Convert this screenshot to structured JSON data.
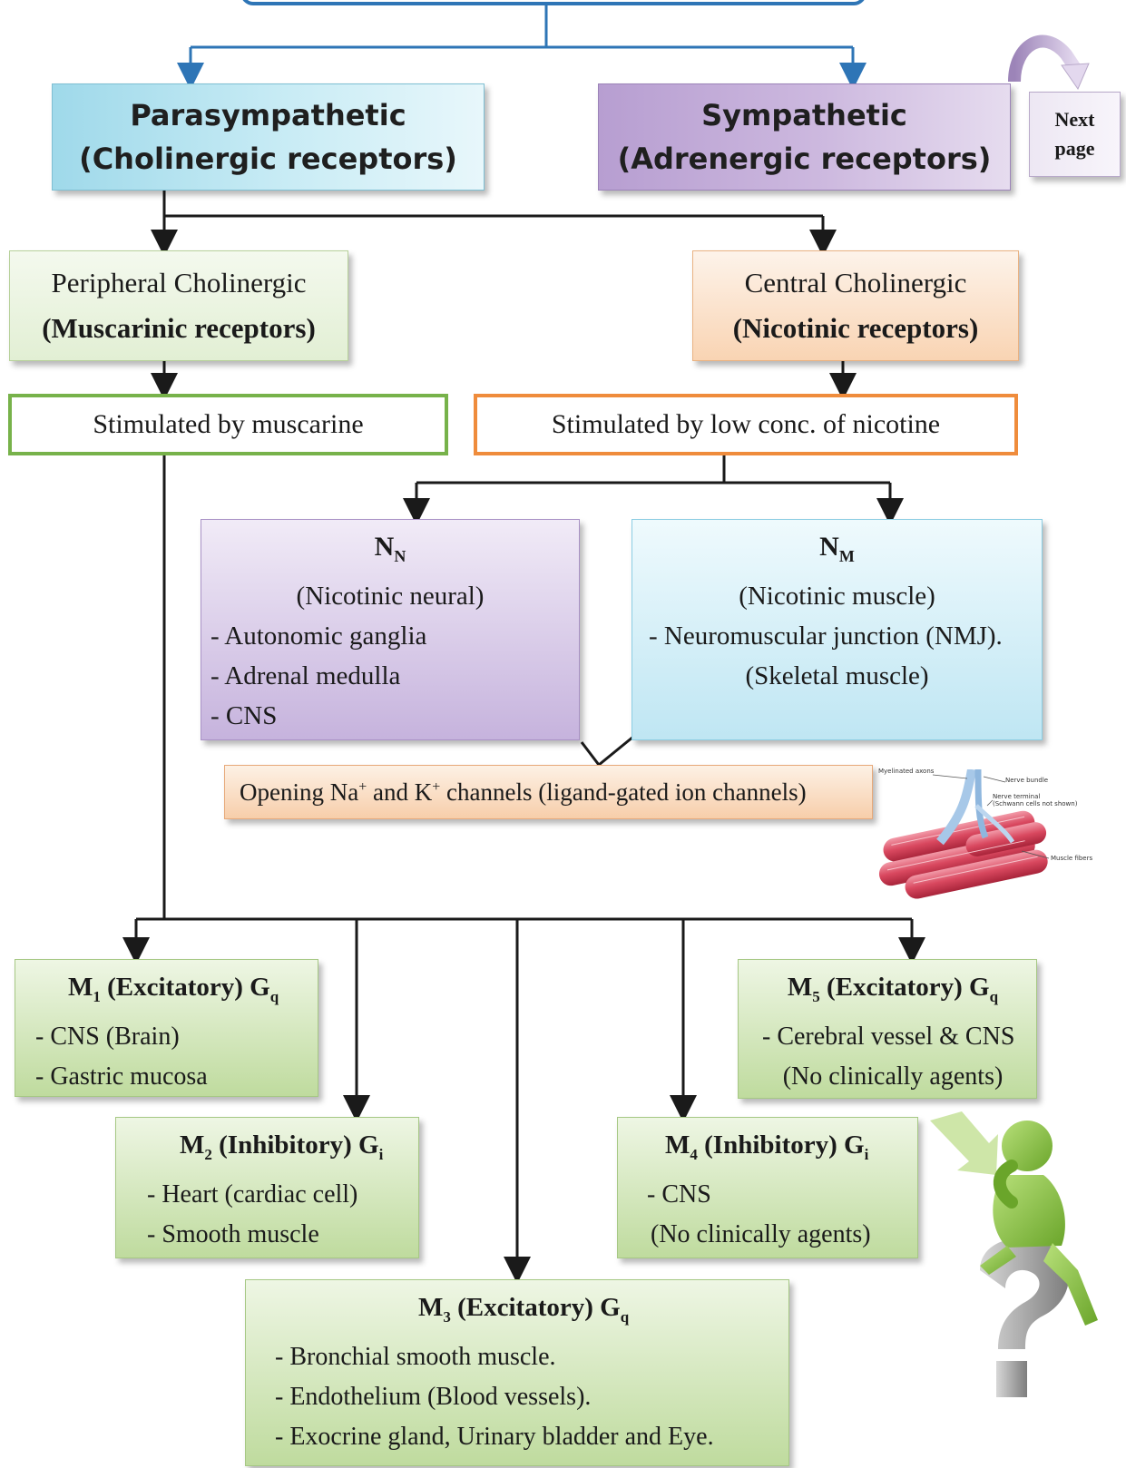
{
  "top_level": {
    "parasympathetic": {
      "title": "Parasympathetic",
      "subtitle": "(Cholinergic receptors)"
    },
    "sympathetic": {
      "title": "Sympathetic",
      "subtitle": "(Adrenergic receptors)"
    },
    "next_page": {
      "line1": "Next",
      "line2": "page"
    }
  },
  "cholinergic": {
    "peripheral": {
      "line1": "Peripheral Cholinergic",
      "line2": "(Muscarinic receptors)"
    },
    "central": {
      "line1": "Central Cholinergic",
      "line2": "(Nicotinic receptors)"
    },
    "stim_muscarine": "Stimulated by muscarine",
    "stim_nicotine": "Stimulated by low conc. of nicotine"
  },
  "nicotinic": {
    "nn": {
      "symbol": "N",
      "subscript": "N",
      "name": "(Nicotinic neural)",
      "items": [
        "- Autonomic ganglia",
        "- Adrenal medulla",
        "- CNS"
      ]
    },
    "nm": {
      "symbol": "N",
      "subscript": "M",
      "name": "(Nicotinic muscle)",
      "items": [
        "- Neuromuscular junction (NMJ).",
        "(Skeletal muscle)"
      ]
    },
    "opening": {
      "part1": "Opening Na",
      "sup1": "+",
      "part2": " and K",
      "sup2": "+",
      "part3": " channels (ligand-gated ion channels)"
    }
  },
  "illustration": {
    "labels": {
      "myelinated_axons": "Myelinated axons",
      "nerve_bundle": "Nerve bundle",
      "nerve_terminal": "Nerve terminal",
      "schwann_note": "(Schwann cells not shown)",
      "muscle_fibers": "Muscle fibers"
    }
  },
  "muscarinic": {
    "m1": {
      "symbol": "M",
      "sub": "1",
      "type": " (Excitatory) G",
      "g_sub": "q",
      "items": [
        "- CNS (Brain)",
        "- Gastric mucosa"
      ]
    },
    "m2": {
      "symbol": "M",
      "sub": "2",
      "type": " (Inhibitory) G",
      "g_sub": "i",
      "items": [
        "- Heart (cardiac cell)",
        "- Smooth muscle"
      ]
    },
    "m3": {
      "symbol": "M",
      "sub": "3",
      "type": " (Excitatory) G",
      "g_sub": "q",
      "items": [
        "- Bronchial smooth muscle.",
        "- Endothelium (Blood vessels).",
        "- Exocrine gland, Urinary bladder and Eye."
      ]
    },
    "m4": {
      "symbol": "M",
      "sub": "4",
      "type": " (Inhibitory) G",
      "g_sub": "i",
      "items": [
        "- CNS",
        "(No clinically agents)"
      ]
    },
    "m5": {
      "symbol": "M",
      "sub": "5",
      "type": " (Excitatory) G",
      "g_sub": "q",
      "items": [
        "- Cerebral vessel & CNS",
        "(No clinically agents)"
      ]
    }
  },
  "colors": {
    "blue_connector": "#2e75b6",
    "line": "#1a1a1a",
    "green_border": "#77b24a",
    "orange_border": "#ef8c3c",
    "question_green": "#8dc63f",
    "question_gray": "#9a9a9a"
  }
}
